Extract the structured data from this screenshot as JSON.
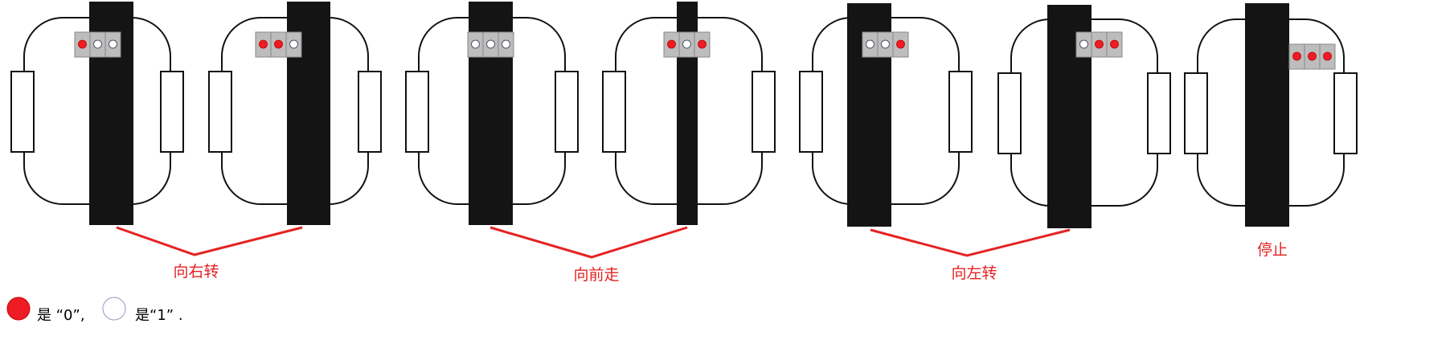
{
  "colors": {
    "zero": "#ee1c25",
    "one": "#ffffff",
    "tape": "#141414",
    "arrow": "#e52222"
  },
  "robots": [
    {
      "name": "robot-1",
      "sensors": [
        0,
        1,
        1
      ]
    },
    {
      "name": "robot-2",
      "sensors": [
        0,
        0,
        1
      ]
    },
    {
      "name": "robot-3",
      "sensors": [
        1,
        1,
        1
      ]
    },
    {
      "name": "robot-4",
      "sensors": [
        0,
        1,
        0
      ]
    },
    {
      "name": "robot-5",
      "sensors": [
        1,
        1,
        0
      ]
    },
    {
      "name": "robot-6",
      "sensors": [
        1,
        0,
        0
      ]
    },
    {
      "name": "robot-7",
      "sensors": [
        0,
        0,
        0
      ]
    }
  ],
  "labels": {
    "turn_right": "向右转",
    "go_forward": "向前走",
    "turn_left": "向左转",
    "stop": "停止"
  },
  "legend": {
    "red_text": "是 “0”,",
    "white_text": "是“1” ."
  }
}
